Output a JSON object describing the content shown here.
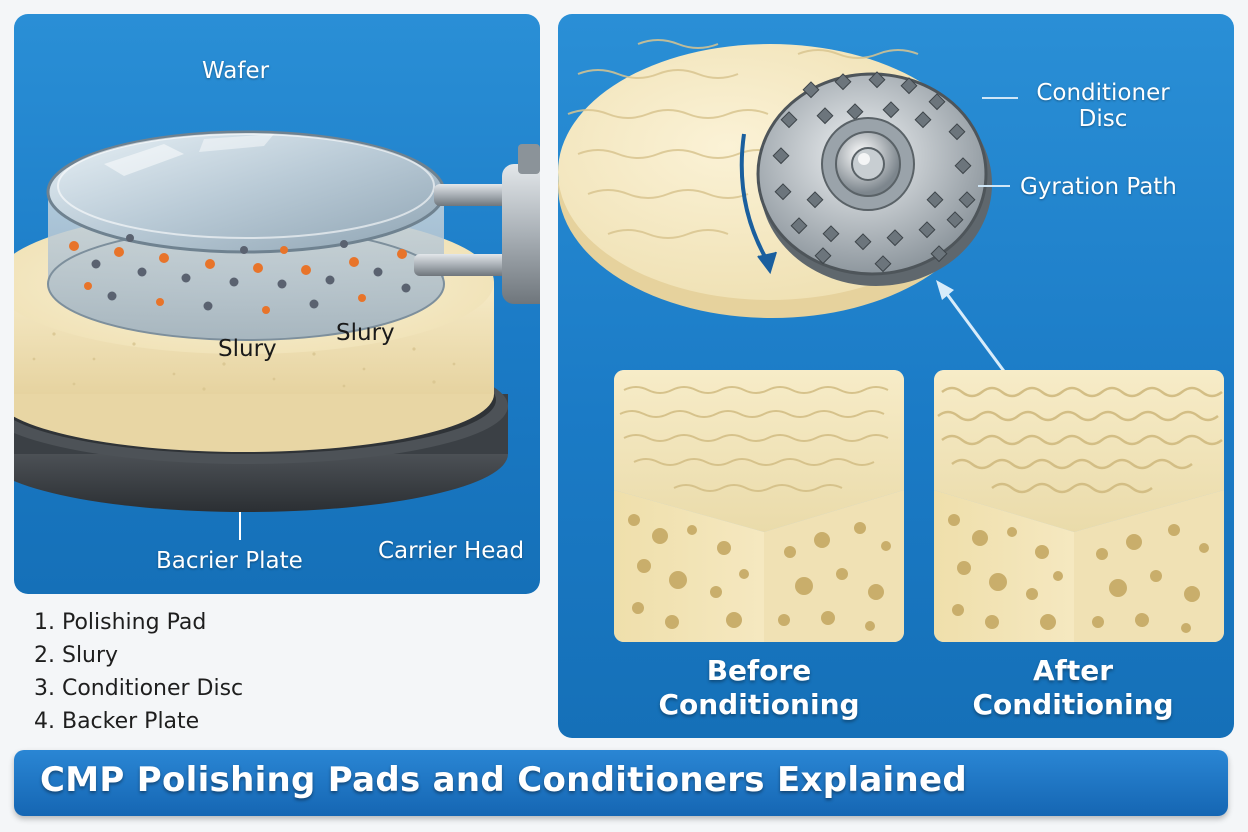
{
  "title": "CMP Polishing Pads and Conditioners Explained",
  "left_panel": {
    "labels": {
      "wafer": "Wafer",
      "slury_left": "Slury",
      "slury_right": "Slury",
      "backer_plate": "Bacrier Plate",
      "carrier_head": "Carrier Head"
    }
  },
  "legend": [
    "1. Polishing Pad",
    "2. Slury",
    "3. Conditioner Disc",
    "4. Backer Plate"
  ],
  "right_panel": {
    "labels": {
      "conditioner_disc": "Conditioner\nDisc",
      "gyration_path": "Gyration Path"
    },
    "cards": [
      {
        "label": "Before\nConditioning"
      },
      {
        "label": "After\nConditioning"
      }
    ]
  },
  "colors": {
    "panel_blue": "#1b7bc6",
    "pad_cream": "#f3e6bf",
    "slurry_orange": "#e8742a",
    "slurry_gray": "#5a6270",
    "title_blue": "#1566b3"
  }
}
